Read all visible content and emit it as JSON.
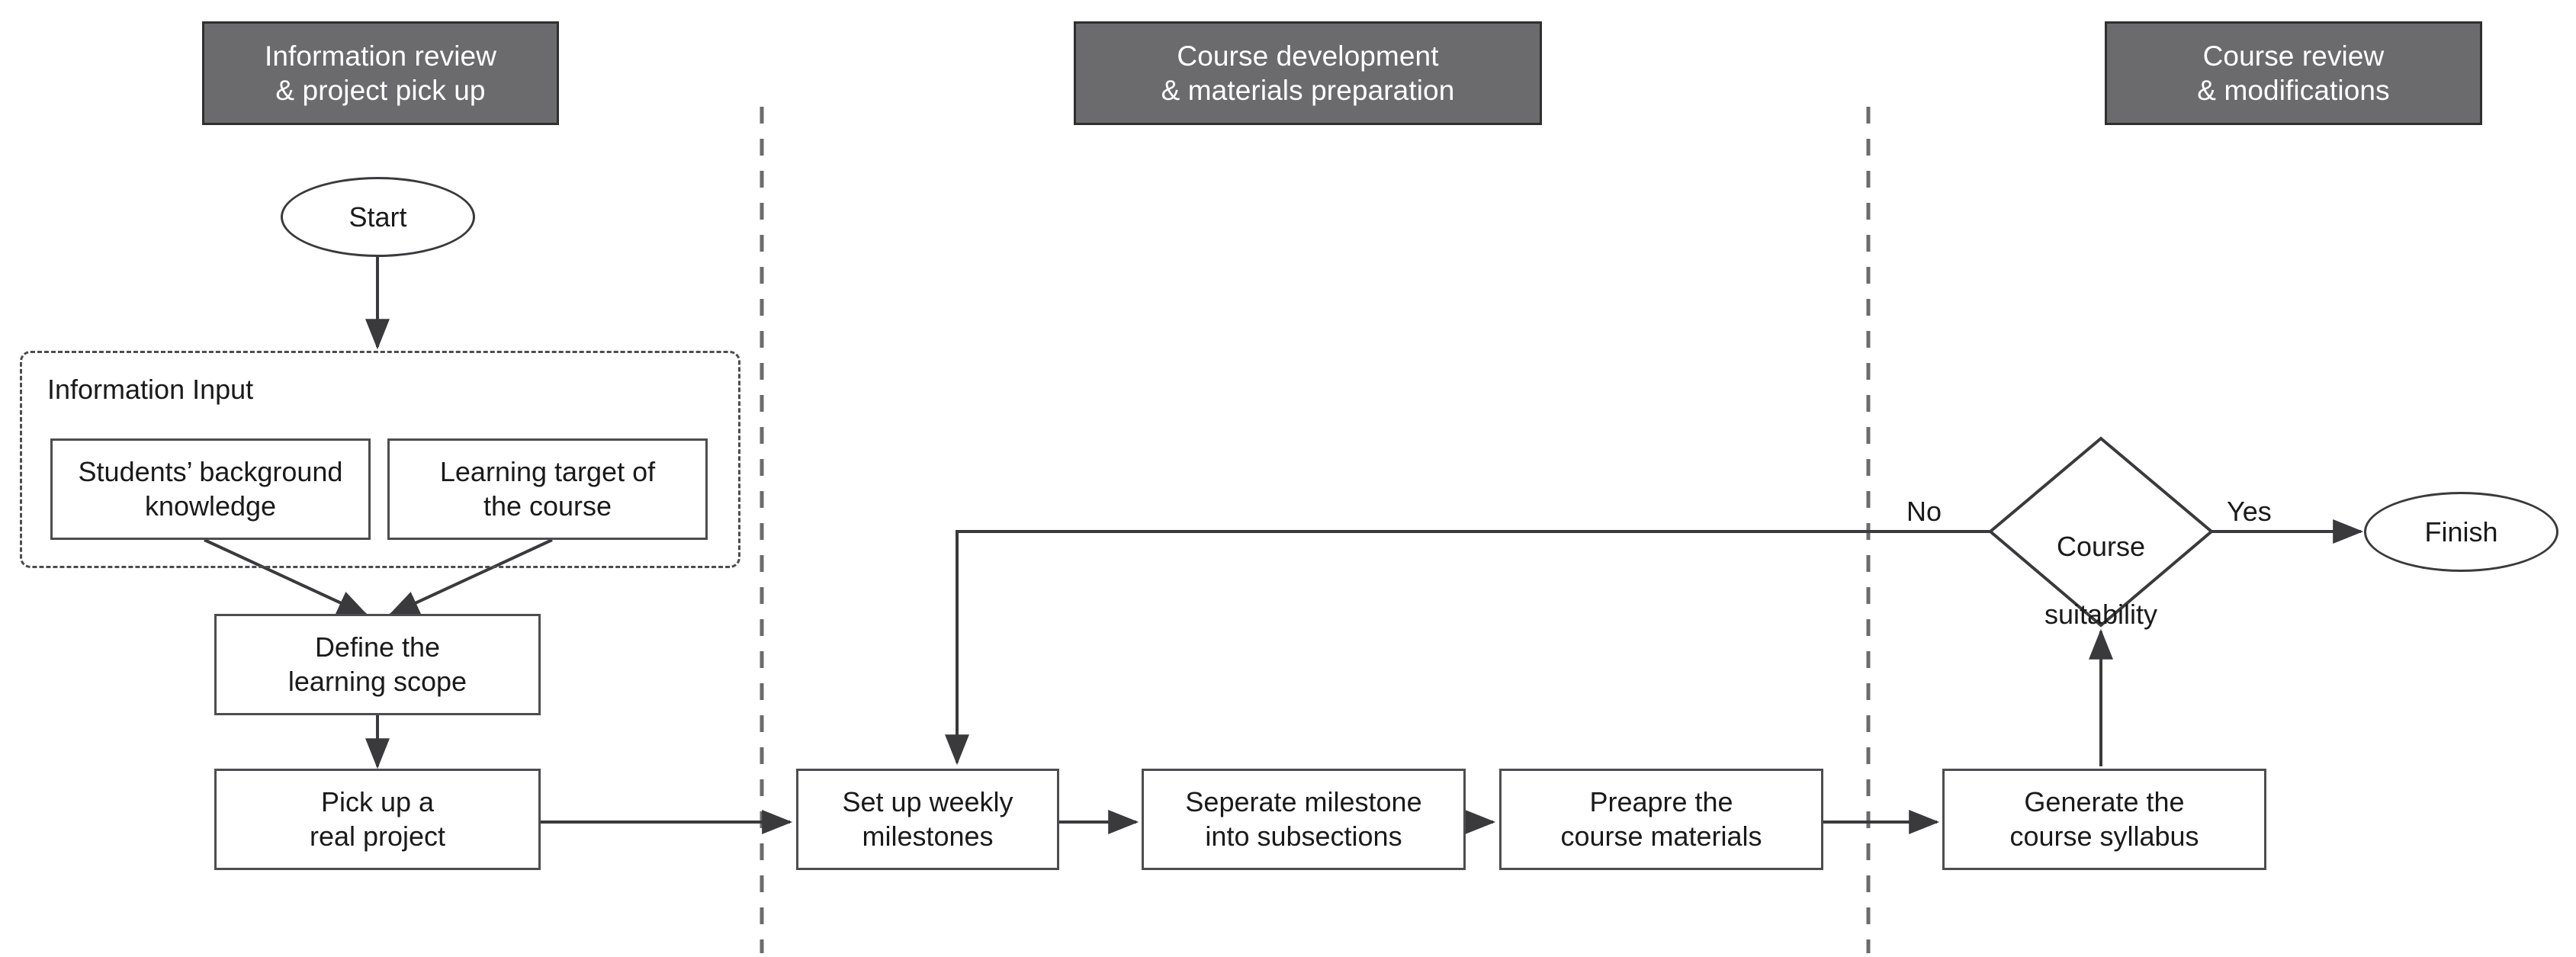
{
  "diagram": {
    "title": "Course design process flowchart",
    "colors": {
      "header_fill": "#6b6b6d",
      "header_text": "#ffffff",
      "node_stroke": "#4d4d4f",
      "edge_stroke": "#4d4d4f",
      "background": "#ffffff"
    }
  },
  "phases": [
    {
      "id": "phase-information-review",
      "line1": "Information review",
      "line2": "& project pick up"
    },
    {
      "id": "phase-course-development",
      "line1": "Course development",
      "line2": "& materials preparation"
    },
    {
      "id": "phase-course-review",
      "line1": "Course review",
      "line2": "& modifications"
    }
  ],
  "nodes": {
    "start": {
      "label": "Start"
    },
    "finish": {
      "label": "Finish"
    },
    "group_information_input": {
      "label": "Information Input"
    },
    "students_background": {
      "line1": "Students’ background",
      "line2": "knowledge"
    },
    "learning_target": {
      "line1": "Learning target of",
      "line2": "the course"
    },
    "define_scope": {
      "line1": "Define the",
      "line2": "learning scope"
    },
    "pick_project": {
      "line1": "Pick up a",
      "line2": "real project"
    },
    "weekly_milestones": {
      "line1": "Set up weekly",
      "line2": "milestones"
    },
    "separate_milestone": {
      "line1": "Seperate milestone",
      "line2": "into subsections"
    },
    "prepare_materials": {
      "line1": "Preapre the",
      "line2": "course materials"
    },
    "generate_syllabus": {
      "line1": "Generate the",
      "line2": "course syllabus"
    },
    "course_suitability": {
      "line1": "Course",
      "line2": "suitability"
    }
  },
  "edge_labels": {
    "no": "No",
    "yes": "Yes"
  },
  "edges": [
    {
      "from": "start",
      "to": "group_information_input"
    },
    {
      "from": "students_background",
      "to": "define_scope"
    },
    {
      "from": "learning_target",
      "to": "define_scope"
    },
    {
      "from": "define_scope",
      "to": "pick_project"
    },
    {
      "from": "pick_project",
      "to": "weekly_milestones"
    },
    {
      "from": "weekly_milestones",
      "to": "separate_milestone"
    },
    {
      "from": "separate_milestone",
      "to": "prepare_materials"
    },
    {
      "from": "prepare_materials",
      "to": "generate_syllabus"
    },
    {
      "from": "generate_syllabus",
      "to": "course_suitability"
    },
    {
      "from": "course_suitability",
      "to": "finish",
      "label": "Yes"
    },
    {
      "from": "course_suitability",
      "to": "weekly_milestones",
      "label": "No"
    }
  ]
}
